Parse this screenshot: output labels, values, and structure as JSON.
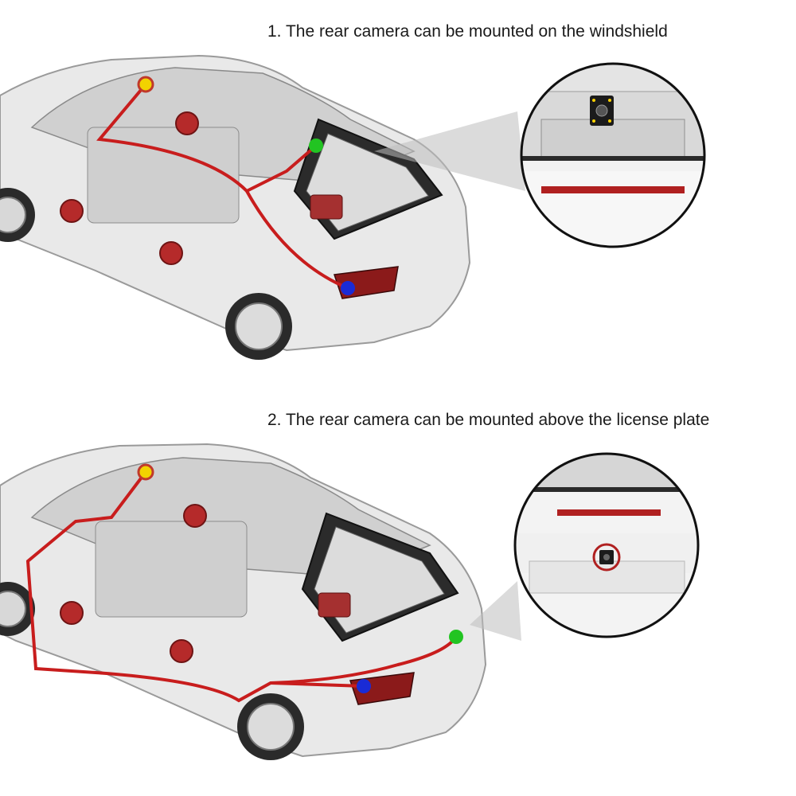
{
  "panels": [
    {
      "caption": "1. The rear camera can be mounted on the windshield",
      "zoom_view": "windshield-mount-closeup"
    },
    {
      "caption": "2. The rear camera can be mounted above the license plate",
      "zoom_view": "license-plate-mount-closeup"
    }
  ],
  "markers": {
    "dashcam_color": "#f2d200",
    "dashcam_ring": "#c0392b",
    "rear_camera_color": "#22c422",
    "reverse_light_color": "#1a2bd6",
    "cable_color": "#c81d1d"
  }
}
